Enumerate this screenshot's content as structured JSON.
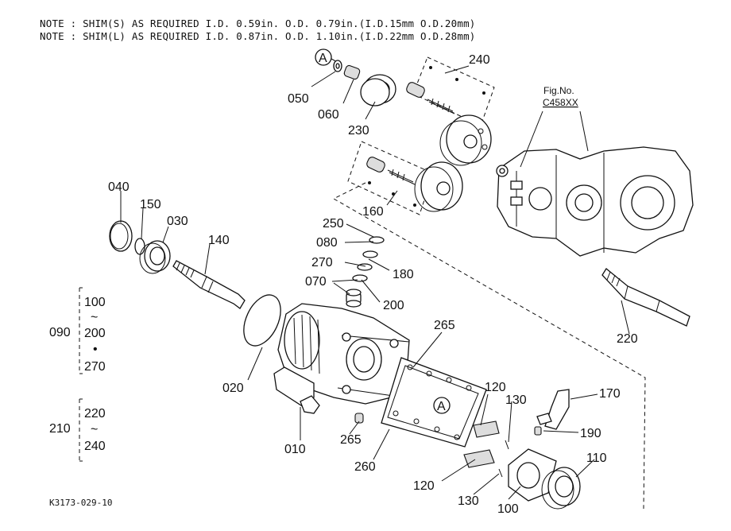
{
  "notes": [
    "NOTE : SHIM(S) AS REQUIRED I.D. 0.59in. O.D. 0.79in.(I.D.15mm O.D.20mm)",
    "NOTE : SHIM(L) AS REQUIRED I.D. 0.87in. O.D. 1.10in.(I.D.22mm O.D.28mm)"
  ],
  "callouts": {
    "p010": "010",
    "p020": "020",
    "p030": "030",
    "p040": "040",
    "p050": "050",
    "p060": "060",
    "p070": "070",
    "p080": "080",
    "p100": "100",
    "p110": "110",
    "p120a": "120",
    "p120b": "120",
    "p130a": "130",
    "p130b": "130",
    "p140": "140",
    "p150": "150",
    "p160": "160",
    "p170": "170",
    "p180": "180",
    "p190": "190",
    "p200": "200",
    "p220": "220",
    "p230": "230",
    "p240": "240",
    "p250": "250",
    "p260": "260",
    "p265a": "265",
    "p265b": "265",
    "p270": "270"
  },
  "ref_marker": "A",
  "fig_ref": {
    "label": "Fig.No.",
    "code": "C458XX"
  },
  "groups": [
    {
      "id": "090",
      "items": [
        "100",
        "~",
        "200",
        "•",
        "270"
      ]
    },
    {
      "id": "210",
      "items": [
        "220",
        "~",
        "240"
      ]
    }
  ],
  "drawing_code": "K3173-029-10"
}
